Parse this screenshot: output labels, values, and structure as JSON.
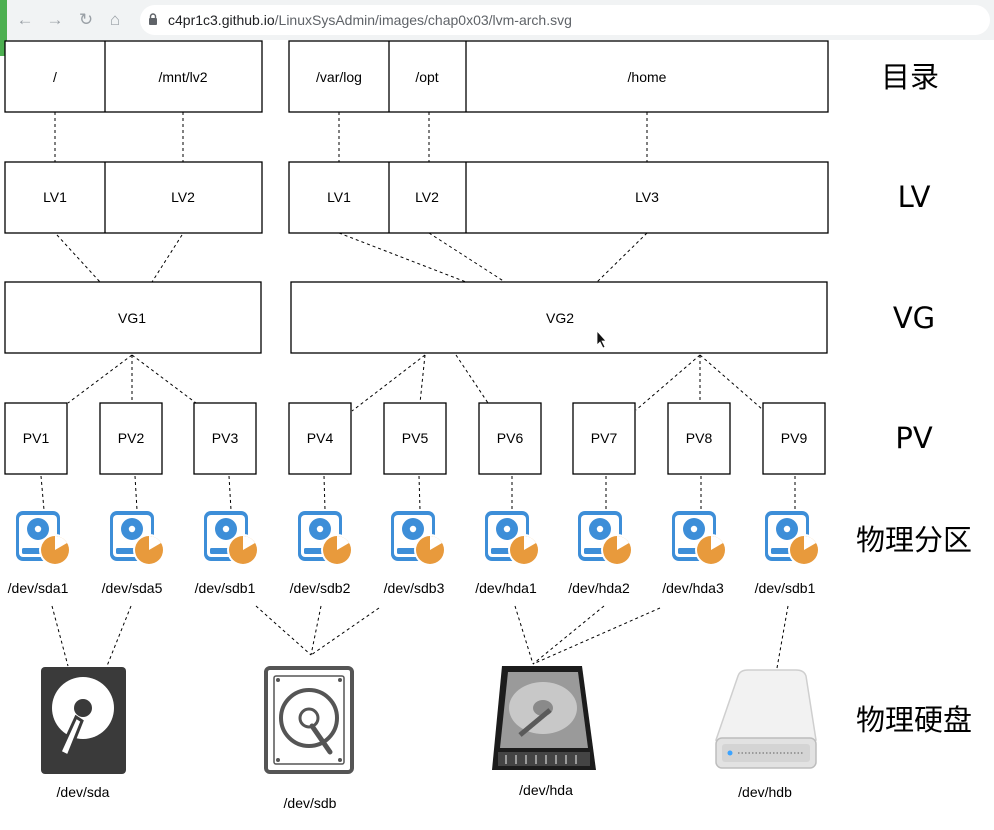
{
  "browser": {
    "url_host": "c4pr1c3.github.io",
    "url_path": "/LinuxSysAdmin/images/chap0x03/lvm-arch.svg"
  },
  "icons": [
    "back-arrow-icon",
    "forward-arrow-icon",
    "reload-icon",
    "home-icon",
    "site-info-icon",
    "partition-icon",
    "hard-disk-icon",
    "hdd-outline-icon",
    "metal-hdd-icon",
    "external-drive-icon",
    "mouse-cursor-icon"
  ],
  "rows": {
    "dir": "目录",
    "lv": "LV",
    "vg": "VG",
    "pv": "PV",
    "partition": "物理分区",
    "disk": "物理硬盘"
  },
  "dirs": [
    "/",
    "/mnt/lv2",
    "/var/log",
    "/opt",
    "/home"
  ],
  "lvs": [
    "LV1",
    "LV2",
    "LV1",
    "LV2",
    "LV3"
  ],
  "vgs": [
    "VG1",
    "VG2"
  ],
  "pvs": [
    "PV1",
    "PV2",
    "PV3",
    "PV4",
    "PV5",
    "PV6",
    "PV7",
    "PV8",
    "PV9"
  ],
  "partitions": [
    "/dev/sda1",
    "/dev/sda5",
    "/dev/sdb1",
    "/dev/sdb2",
    "/dev/sdb3",
    "/dev/hda1",
    "/dev/hda2",
    "/dev/hda3",
    "/dev/sdb1"
  ],
  "disks": [
    "/dev/sda",
    "/dev/sdb",
    "/dev/hda",
    "/dev/hdb"
  ]
}
